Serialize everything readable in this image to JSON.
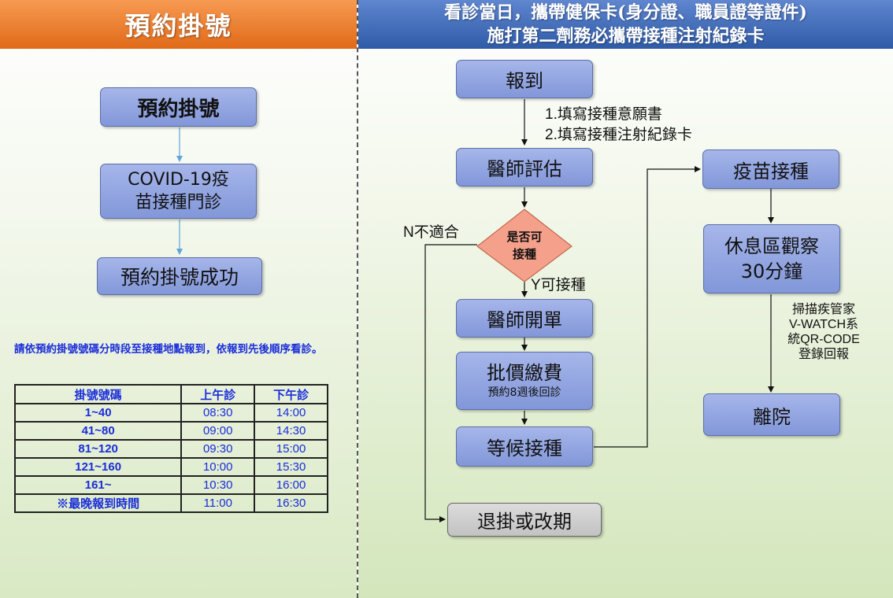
{
  "header": {
    "left_title": "預約掛號",
    "right_line1": "看診當日，攜帶健保卡(身分證、職員證等證件)",
    "right_line2": "施打第二劑務必攜帶接種注射紀錄卡"
  },
  "left_flow": {
    "step1": "預約掛號",
    "step2_line1": "COVID-19疫",
    "step2_line2": "苗接種門診",
    "step3": "預約掛號成功"
  },
  "note": "請依預約掛號號碼分時段至接種地點報到，依報到先後順序看診。",
  "schedule": {
    "headers": [
      "掛號號碼",
      "上午診",
      "下午診"
    ],
    "rows": [
      [
        "1~40",
        "08:30",
        "14:00"
      ],
      [
        "41~80",
        "09:00",
        "14:30"
      ],
      [
        "81~120",
        "09:30",
        "15:00"
      ],
      [
        "121~160",
        "10:00",
        "15:30"
      ],
      [
        "161~",
        "10:30",
        "16:00"
      ],
      [
        "※最晚報到時間",
        "11:00",
        "16:30"
      ]
    ]
  },
  "right_flow": {
    "checkin": "報到",
    "checkin_note1": "1.填寫接種意願書",
    "checkin_note2": "2.填寫接種注射紀錄卡",
    "doctor_eval": "醫師評估",
    "decision_line1": "是否可",
    "decision_line2": "接種",
    "no_label": "N不適合",
    "yes_label": "Y可接種",
    "doctor_order": "醫師開單",
    "payment": "批價繳費",
    "payment_sub": "預約8週後回診",
    "wait": "等候接種",
    "cancel": "退掛或改期",
    "vaccinate": "疫苗接種",
    "rest_line1": "休息區觀察",
    "rest_line2": "30分鐘",
    "scan_note": [
      "掃描疾管家",
      "V-WATCH系",
      "統QR-CODE",
      "登錄回報"
    ],
    "leave": "離院"
  },
  "colors": {
    "orange_header": "#e06a18",
    "blue_header": "#2f5ba7",
    "box_fill": "#8f a3e0",
    "decision_fill": "#f4a08a",
    "note_text": "#1a2dd9"
  }
}
